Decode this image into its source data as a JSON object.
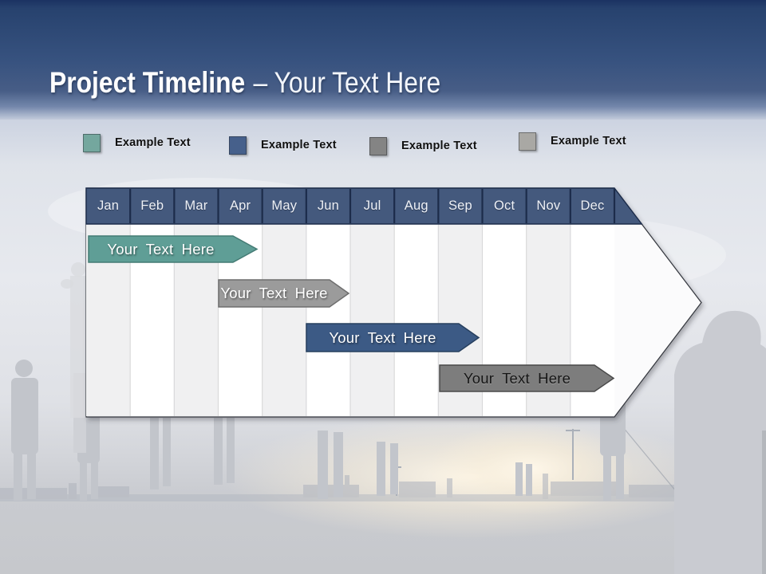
{
  "title": {
    "bold": "Project Timeline",
    "regular": "– Your Text Here"
  },
  "legend": {
    "items": [
      {
        "label": "Example Text",
        "color": "#74a79e"
      },
      {
        "label": "Example Text",
        "color": "#46608b"
      },
      {
        "label": "Example Text",
        "color": "#848484"
      },
      {
        "label": "Example Text",
        "color": "#a9a8a4"
      }
    ]
  },
  "timeline": {
    "months": [
      "Jan",
      "Feb",
      "Mar",
      "Apr",
      "May",
      "Jun",
      "Jul",
      "Aug",
      "Sep",
      "Oct",
      "Nov",
      "Dec"
    ],
    "header_color": "#44597d",
    "bars": [
      {
        "label": "Your Text Here",
        "fill": "#5f9e96",
        "stroke": "#447b74",
        "text_color": "#ffffff",
        "span": "Jan–Apr"
      },
      {
        "label": "Your Text Here",
        "fill": "#9b9b9b",
        "stroke": "#6e6e6e",
        "text_color": "#ffffff",
        "span": "Apr–Jun"
      },
      {
        "label": "Your Text Here",
        "fill": "#3c5a85",
        "stroke": "#27405f",
        "text_color": "#ffffff",
        "span": "Jun–Sep"
      },
      {
        "label": "Your Text Here",
        "fill": "#7d7d7d",
        "stroke": "#4a4a4a",
        "text_color": "#161616",
        "span": "Sep–Dec"
      }
    ]
  }
}
